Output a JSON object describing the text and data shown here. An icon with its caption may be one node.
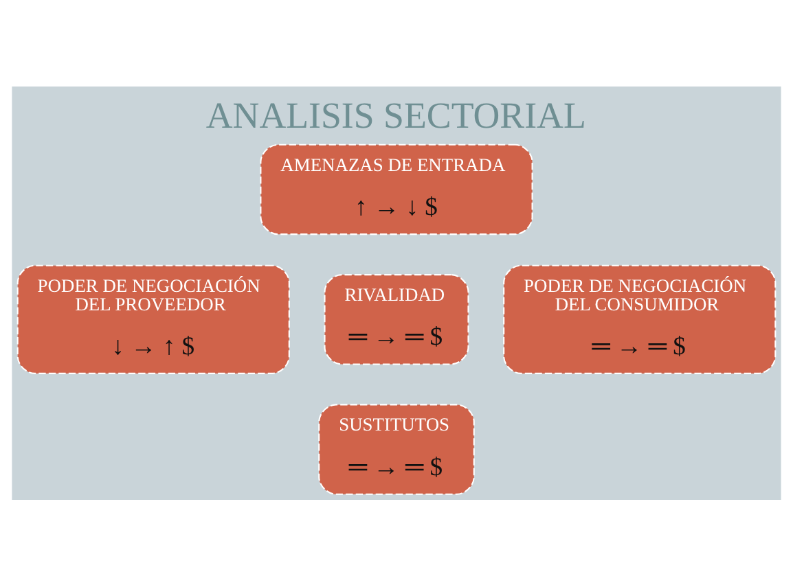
{
  "diagram": {
    "title": "ANALISIS SECTORIAL",
    "nodes": [
      {
        "text": [
          "AMENAZAS DE ENTRADA",
          "↑ → ↓ $"
        ]
      },
      {
        "text": [
          "PODER DE NEGOCIACIÓN DEL PROVEEDOR",
          "↓ → ↑ $"
        ]
      },
      {
        "text": [
          "RIVALIDAD",
          "═ → ═ $"
        ]
      },
      {
        "text": [
          "PODER DE NEGOCIACIÓN DEL CONSUMIDOR",
          "═ → ═ $"
        ]
      },
      {
        "text": [
          "SUSTITUTOS",
          "═ → ═ $"
        ]
      }
    ],
    "edges": []
  }
}
